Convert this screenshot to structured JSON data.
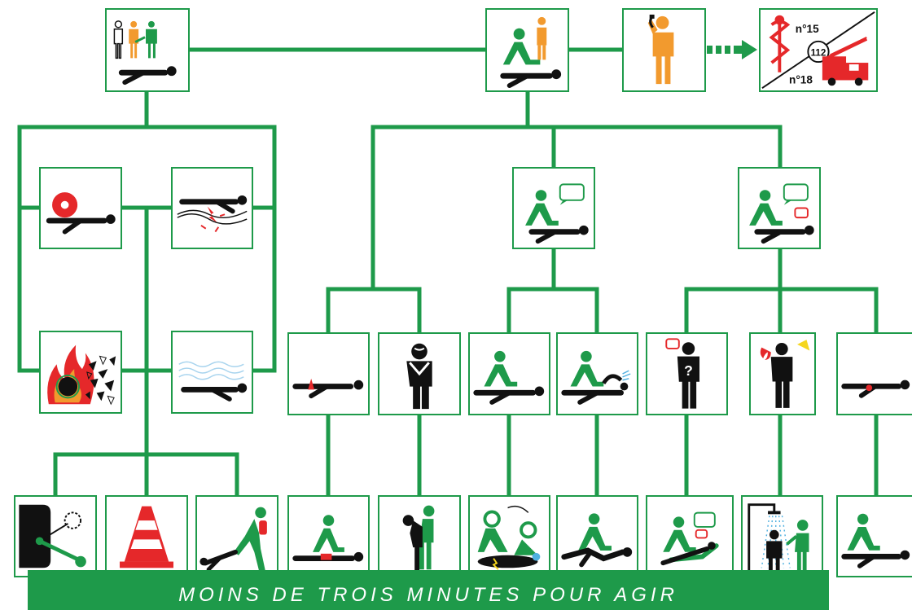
{
  "colors": {
    "green": "#1e9a4a",
    "orange": "#f29a2e",
    "red": "#e5282a",
    "black": "#111111",
    "light_blue": "#4fb0e0"
  },
  "phone_box": {
    "sam_number": "n°15",
    "europe_number": "112",
    "fire_number": "n°18"
  },
  "footer": {
    "text": "MOINS DE TROIS MINUTES POUR AGIR"
  },
  "icons": [
    "protect-scene-icon",
    "assess-victim-icon",
    "call-for-help-icon",
    "emergency-services-icon",
    "crush-hazard-icon",
    "electrical-hazard-icon",
    "fire-explosion-hazard-icon",
    "toxic-gas-hazard-icon",
    "victim-responds-icon",
    "victim-unresponsive-icon",
    "bleeding-icon",
    "choking-icon",
    "breathing-victim-icon",
    "not-breathing-icon",
    "discomfort-icon",
    "burn-icon",
    "wound-icon",
    "turn-off-power-icon",
    "warning-cone-icon",
    "drag-victim-icon",
    "apply-pressure-icon",
    "back-blows-icon",
    "cpr-defibrillator-icon",
    "recovery-position-icon",
    "reassure-victim-icon",
    "cool-burn-shower-icon",
    "protect-wound-icon"
  ]
}
